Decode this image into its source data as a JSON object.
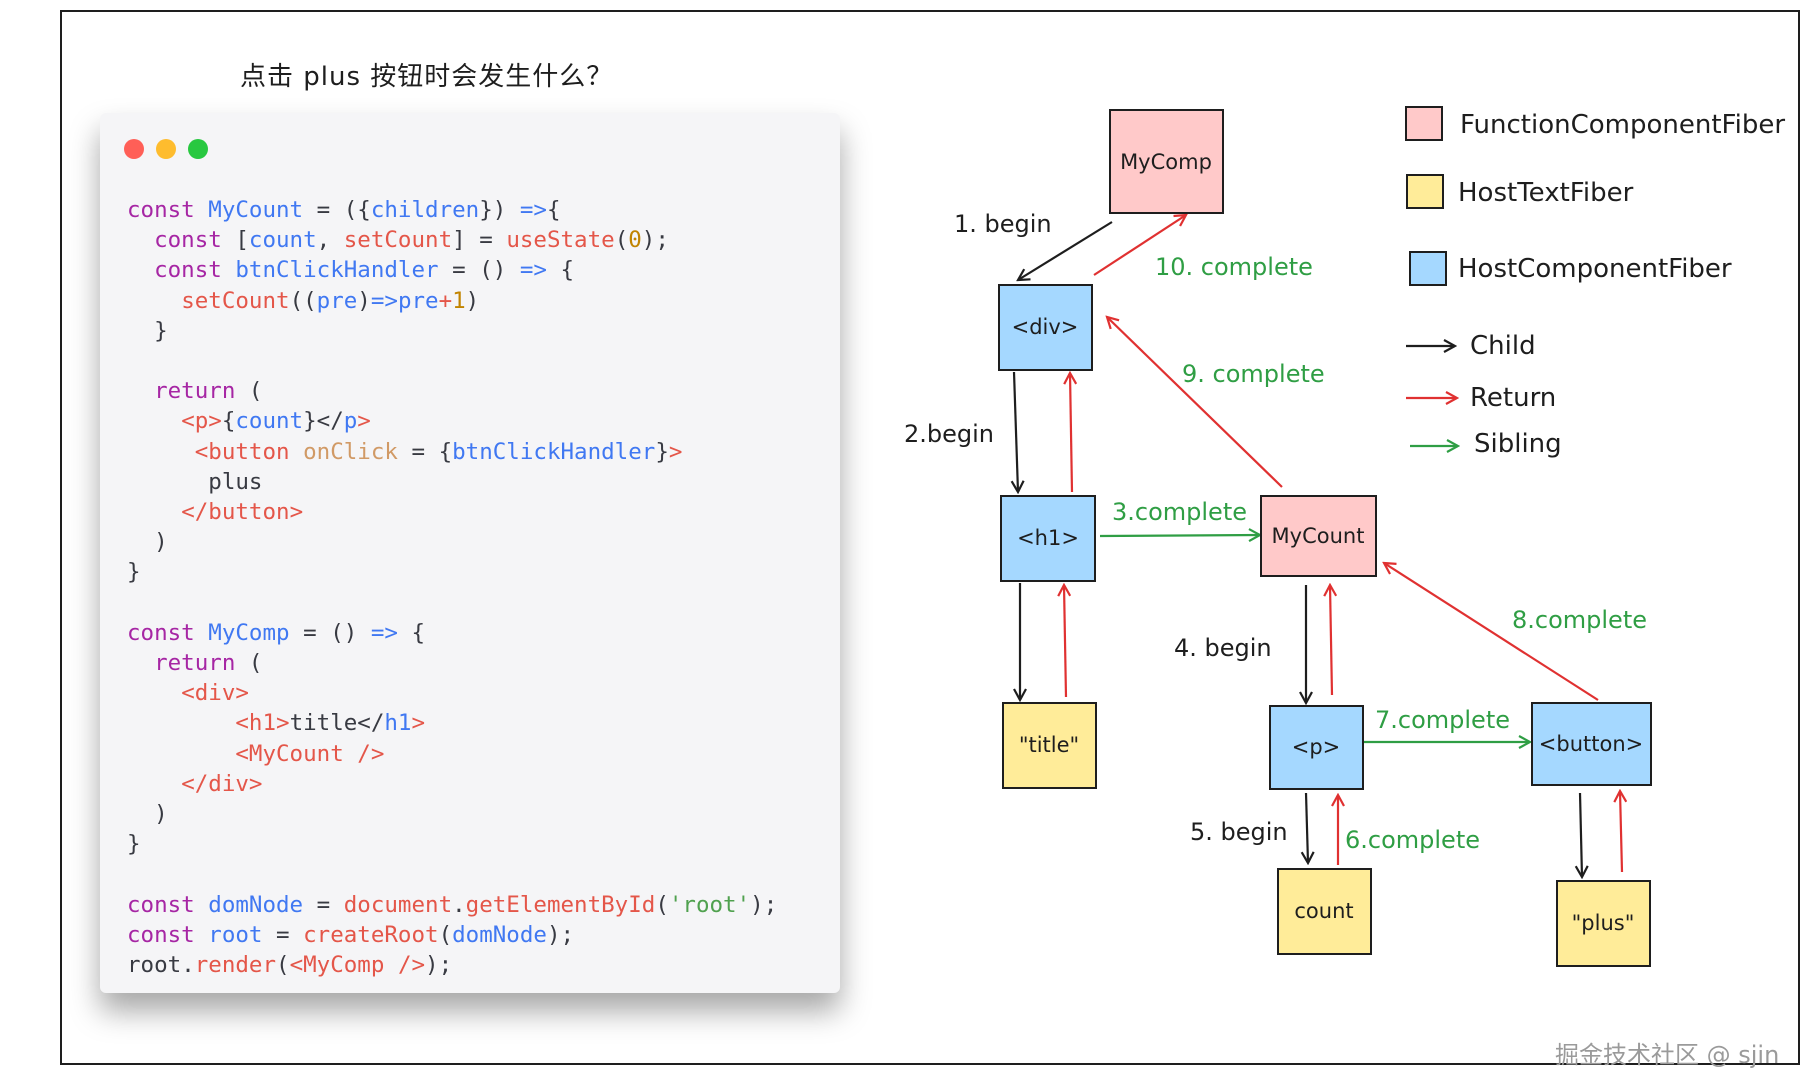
{
  "heading": "点击 plus 按钮时会发生什么？",
  "watermark": "掘金技术社区 @ sjin",
  "colors": {
    "function_fiber": "#ffc9c9",
    "host_text_fiber": "#ffec99",
    "host_component_fiber": "#a5d8ff",
    "child_arrow": "#1e1e1e",
    "return_arrow": "#e03131",
    "sibling_arrow": "#2f9e44",
    "dot_red": "#ff5f57",
    "dot_yellow": "#febc2e",
    "dot_green": "#28c840"
  },
  "code_lines": [
    "const MyCount = ({children}) =>{",
    "  const [count, setCount] = useState(0);",
    "  const btnClickHandler = () => {",
    "    setCount((pre)=>pre+1)",
    "  }",
    "",
    "  return (",
    "    <p>{count}</p>",
    "     <button onClick = {btnClickHandler}>",
    "      plus",
    "    </button>",
    "  )",
    "}",
    "",
    "const MyComp = () => {",
    "  return (",
    "    <div>",
    "        <h1>title</h1>",
    "        <MyCount />",
    "    </div>",
    "  )",
    "}",
    "",
    "const domNode = document.getElementById('root');",
    "const root = createRoot(domNode);",
    "root.render(<MyComp />);"
  ],
  "nodes": {
    "mycomp": "MyComp",
    "div": "<div>",
    "h1": "<h1>",
    "mycount": "MyCount",
    "title": "\"title\"",
    "p": "<p>",
    "button": "<button>",
    "count": "count",
    "plus": "\"plus\""
  },
  "steps": {
    "s1": "1. begin",
    "s2": "2.begin",
    "s3": "3.complete",
    "s4": "4. begin",
    "s5": "5. begin",
    "s6": "6.complete",
    "s7": "7.complete",
    "s8": "8.complete",
    "s9": "9. complete",
    "s10": "10. complete"
  },
  "legend": {
    "function_fiber": "FunctionComponentFiber",
    "host_text_fiber": "HostTextFiber",
    "host_component_fiber": "HostComponentFiber",
    "child": "Child",
    "return": "Return",
    "sibling": "Sibling"
  }
}
